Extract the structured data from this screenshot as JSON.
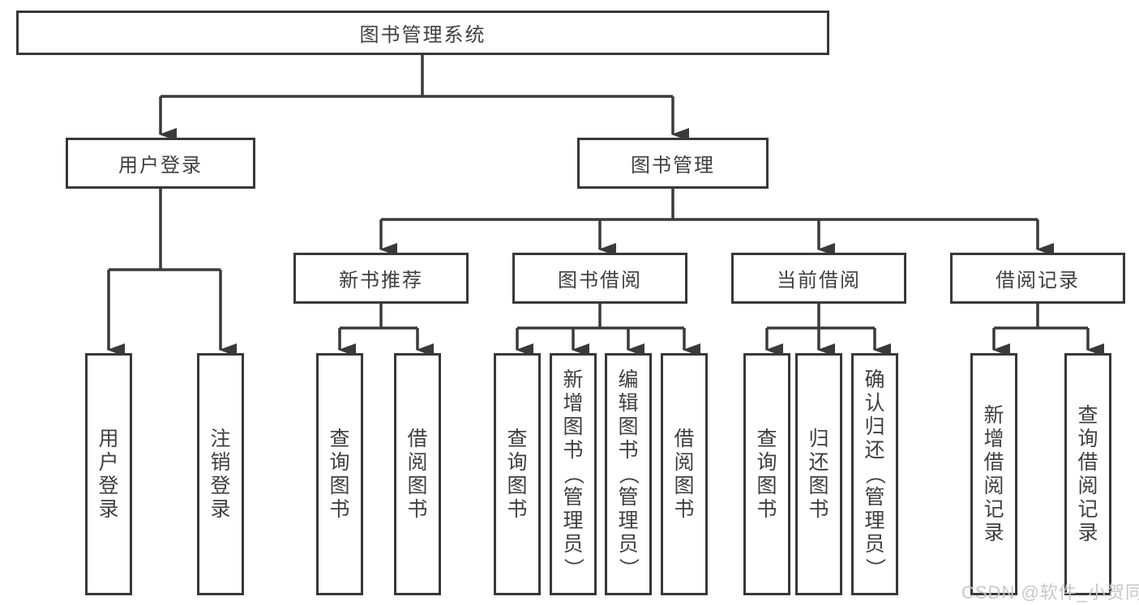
{
  "diagram": {
    "root_label": "图书管理系统",
    "branches": {
      "user_login": {
        "label": "用户登录",
        "leaves": [
          "用户登录",
          "注销登录"
        ]
      },
      "book_management": {
        "label": "图书管理",
        "children": {
          "new_book_recommend": {
            "label": "新书推荐",
            "leaves": [
              "查询图书",
              "借阅图书"
            ]
          },
          "book_borrow": {
            "label": "图书借阅",
            "leaves": [
              "查询图书",
              "新增图书（管理员）",
              "编辑图书（管理员）",
              "借阅图书"
            ]
          },
          "current_borrow": {
            "label": "当前借阅",
            "leaves": [
              "查询图书",
              "归还图书",
              "确认归还（管理员）"
            ]
          },
          "borrow_records": {
            "label": "借阅记录",
            "leaves": [
              "新增借阅记录",
              "查询借阅记录"
            ]
          }
        }
      }
    },
    "watermark": "CSDN @软件_小贺同学",
    "colors": {
      "line": "#3a3a3a",
      "border": "#383838",
      "text": "#3f3f3f",
      "watermark": "#c4c4c9",
      "background": "#ffffff"
    }
  }
}
